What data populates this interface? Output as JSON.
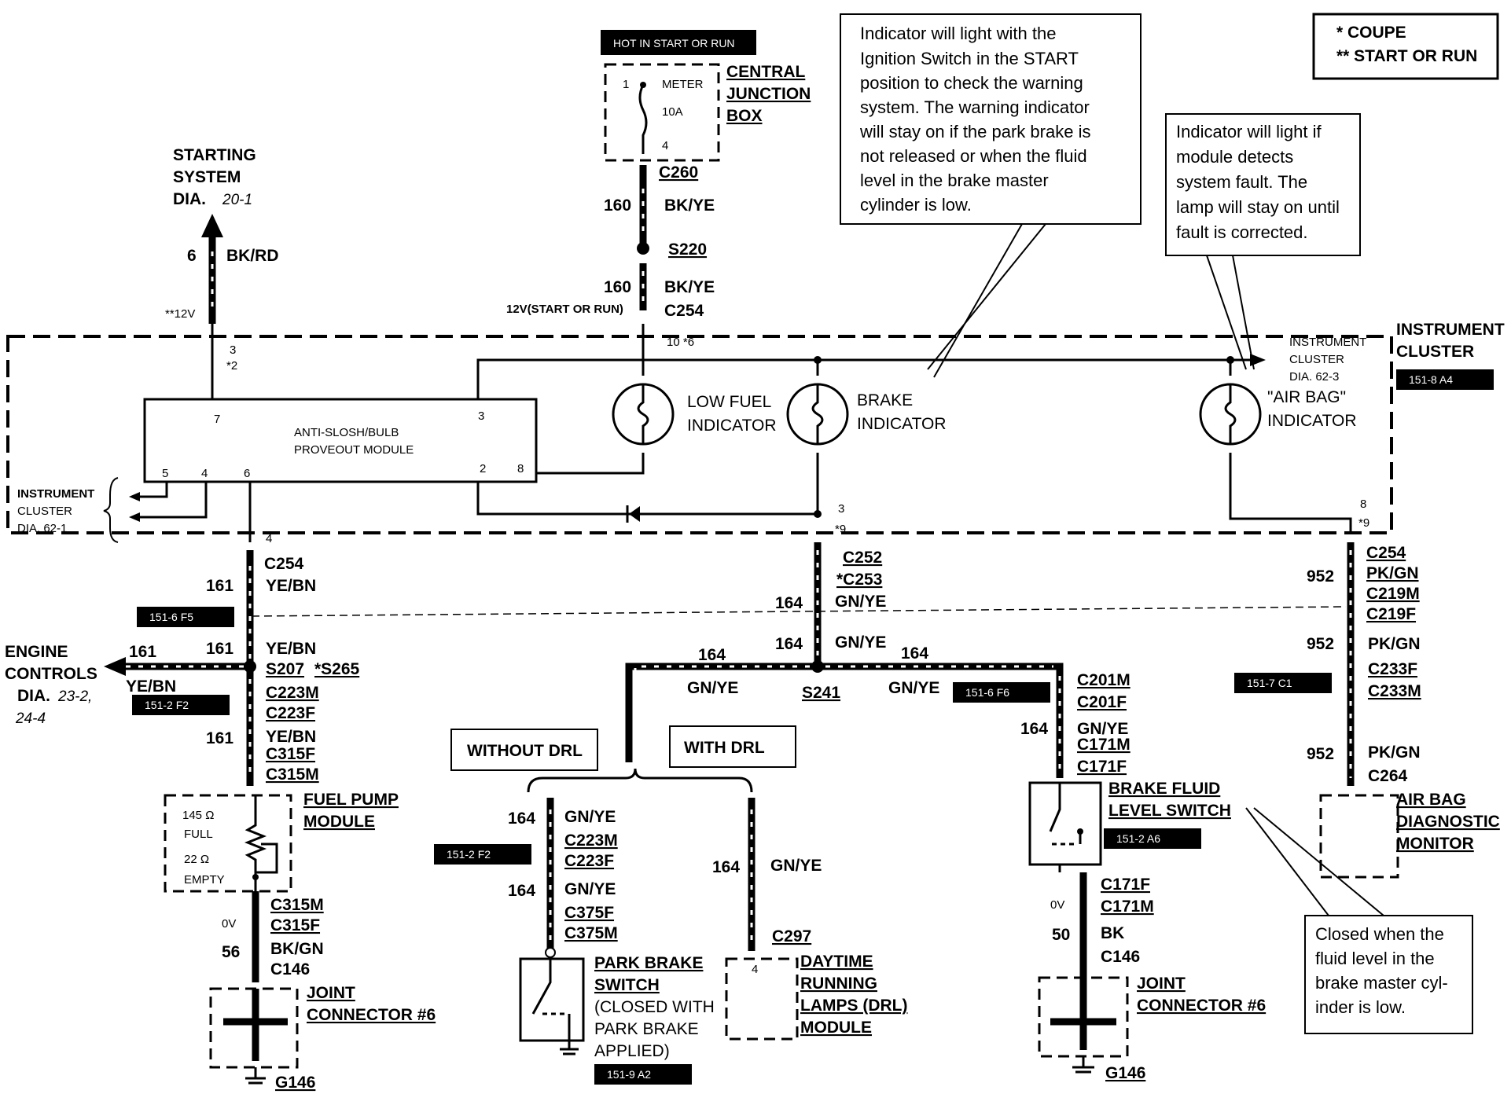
{
  "legend": {
    "coupe": "* COUPE",
    "start_or_run": "** START OR RUN"
  },
  "header": {
    "hot_label": "HOT IN START OR RUN",
    "cjb_title_1": "CENTRAL",
    "cjb_title_2": "JUNCTION",
    "cjb_title_3": "BOX",
    "fuse_pin_1": "1",
    "fuse_pin_4": "4",
    "fuse_name": "METER",
    "fuse_rating": "10A"
  },
  "notes": {
    "brake_note": [
      "Indicator will light with the",
      "Ignition Switch in the START",
      "position to check the warning",
      "system.  The warning indicator",
      "will stay on if the park brake is",
      "not released or when the fluid",
      "level in the brake master",
      "cylinder is low."
    ],
    "airbag_note": [
      "Indicator will light if",
      "module detects",
      "system fault.  The",
      "lamp will stay on until",
      "fault is corrected."
    ],
    "fluid_note": [
      "Closed when the",
      "fluid level in the",
      "brake master cyl-",
      "inder is low."
    ]
  },
  "starting_system": {
    "title_1": "STARTING",
    "title_2": "SYSTEM",
    "dia_prefix": "DIA.",
    "dia_ref": "20-1",
    "circuit": "6",
    "color": "BK/RD",
    "voltage": "**12V",
    "pin": "3",
    "pin_note": "*2"
  },
  "top_feed": {
    "c260": "C260",
    "circuit_1": "160",
    "color_1": "BK/YE",
    "s220": "S220",
    "circuit_2": "160",
    "color_2": "BK/YE",
    "voltage": "12V(START OR RUN)",
    "c254": "C254",
    "pin": "10 *6"
  },
  "cluster": {
    "title_1": "INSTRUMENT",
    "title_2": "CLUSTER",
    "ref_badge": "151-8 A4",
    "dia_left_1": "INSTRUMENT",
    "dia_left_2": "CLUSTER",
    "dia_left_3": "DIA. 62-1",
    "dia_right_1": "INSTRUMENT",
    "dia_right_2": "CLUSTER",
    "dia_right_3": "DIA. 62-3",
    "module_1": "ANTI-SLOSH/BULB",
    "module_2": "PROVEOUT MODULE",
    "pin_7": "7",
    "pin_3": "3",
    "pin_5": "5",
    "pin_4": "4",
    "pin_6": "6",
    "pin_2": "2",
    "pin_8": "8",
    "low_fuel_1": "LOW FUEL",
    "low_fuel_2": "INDICATOR",
    "brake_1": "BRAKE",
    "brake_2": "INDICATOR",
    "airbag_1": "\"AIR BAG\"",
    "airbag_2": "INDICATOR",
    "brake_pin": "3",
    "brake_pin_note": "*9",
    "airbag_pin": "8",
    "airbag_pin_note": "*9",
    "fuel_pin": "4"
  },
  "left_branch": {
    "c254": "C254",
    "circuit_1": "161",
    "color_1": "YE/BN",
    "badge_1": "151-6 F5",
    "circuit_2": "161",
    "color_2": "YE/BN",
    "engine_1": "ENGINE",
    "engine_2": "CONTROLS",
    "engine_dia": "DIA.",
    "engine_dia_ref_1": "23-2,",
    "engine_dia_ref_2": "24-4",
    "engine_circuit": "161",
    "engine_color": "YE/BN",
    "splice": "S207",
    "splice_alt": "*S265",
    "c223m": "C223M",
    "c223f": "C223F",
    "badge_2": "151-2 F2",
    "circuit_3": "161",
    "color_3": "YE/BN",
    "c315f": "C315F",
    "c315m": "C315M",
    "fp_title_1": "FUEL PUMP",
    "fp_title_2": "MODULE",
    "fp_ohm_full": "145 Ω",
    "fp_full": "FULL",
    "fp_ohm_empty": "22 Ω",
    "fp_empty": "EMPTY",
    "c315m_2": "C315M",
    "c315f_2": "C315F",
    "volt": "0V",
    "circuit_4": "56",
    "color_4": "BK/GN",
    "c146": "C146",
    "jc_1": "JOINT",
    "jc_2": "CONNECTOR #6",
    "ground": "G146"
  },
  "center_branch": {
    "c252": "C252",
    "c253": "*C253",
    "circuit_1": "164",
    "color_1": "GN/YE",
    "circuit_2": "164",
    "color_2": "GN/YE",
    "left_circuit": "164",
    "left_color": "GN/YE",
    "right_circuit": "164",
    "right_color": "GN/YE",
    "splice": "S241",
    "badge": "151-6 F6",
    "without_drl": "WITHOUT DRL",
    "with_drl": "WITH DRL",
    "pb_circuit_1": "164",
    "pb_color_1": "GN/YE",
    "pb_c223m": "C223M",
    "pb_c223f": "C223F",
    "pb_badge": "151-2 F2",
    "pb_circuit_2": "164",
    "pb_color_2": "GN/YE",
    "pb_c375f": "C375F",
    "pb_c375m": "C375M",
    "pb_title_1": "PARK BRAKE",
    "pb_title_2": "SWITCH",
    "pb_title_3": "(CLOSED WITH",
    "pb_title_4": "PARK BRAKE",
    "pb_title_5": "APPLIED)",
    "pb_badge_2": "151-9 A2",
    "drl_circuit": "164",
    "drl_color": "GN/YE",
    "drl_c297": "C297",
    "drl_pin": "4",
    "drl_title_1": "DAYTIME",
    "drl_title_2": "RUNNING",
    "drl_title_3": "LAMPS (DRL)",
    "drl_title_4": "MODULE"
  },
  "fluid_branch": {
    "c201m": "C201M",
    "c201f": "C201F",
    "circuit_1": "164",
    "color_1": "GN/YE",
    "c171m": "C171M",
    "c171f": "C171F",
    "title_1": "BRAKE FLUID",
    "title_2": "LEVEL SWITCH",
    "badge": "151-2 A6",
    "c171f_2": "C171F",
    "c171m_2": "C171M",
    "volt": "0V",
    "circuit_2": "50",
    "color_2": "BK",
    "c146": "C146",
    "jc_1": "JOINT",
    "jc_2": "CONNECTOR #6",
    "ground": "G146"
  },
  "airbag_branch": {
    "c254": "C254",
    "circuit_1": "952",
    "color_1": "PK/GN",
    "c219m": "C219M",
    "c219f": "C219F",
    "circuit_2": "952",
    "color_2": "PK/GN",
    "badge": "151-7 C1",
    "c233f": "C233F",
    "c233m": "C233M",
    "circuit_3": "952",
    "color_3": "PK/GN",
    "c264": "C264",
    "title_1": "AIR BAG",
    "title_2": "DIAGNOSTIC",
    "title_3": "MONITOR"
  }
}
